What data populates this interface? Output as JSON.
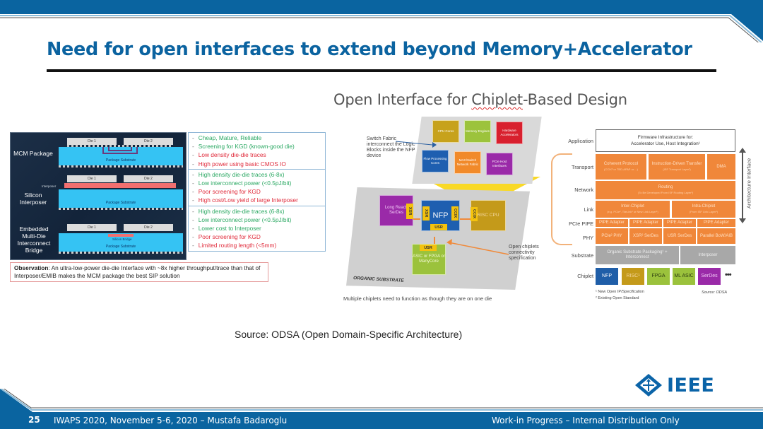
{
  "slide": {
    "title": "Need for open interfaces to extend beyond Memory+Accelerator",
    "source": "Source: ODSA (Open Domain-Specific Architecture)",
    "footer": {
      "page_number": "25",
      "event": "IWAPS 2020, November 5-6, 2020 – Mustafa Badaroglu",
      "notice": "Work-in Progress – Internal Distribution Only"
    },
    "logo": "IEEE",
    "colors": {
      "brand_blue": "#0a64a0",
      "pro_green": "#2aa862",
      "con_red": "#e02a3a",
      "orange": "#f0873a"
    }
  },
  "packaging": {
    "rows": [
      {
        "label": "MCM Package",
        "die1": "Die 1",
        "die2": "Die 2",
        "substrate": "Package Substrate"
      },
      {
        "label": "Silicon Interposer",
        "die1": "Die 1",
        "die2": "Die 2",
        "interposer": "Interposer",
        "substrate": "Package Substrate"
      },
      {
        "label": "Embedded Multi-Die Interconnect Bridge",
        "die1": "Die 1",
        "die2": "Die 2",
        "bridge": "Silicon Bridge",
        "substrate": "Package Substrate"
      }
    ]
  },
  "tradeoffs": [
    {
      "items": [
        {
          "text": "Cheap, Mature, Reliable",
          "type": "pro"
        },
        {
          "text": "Screening for KGD (known-good die)",
          "type": "pro"
        },
        {
          "text": "Low density die-die traces",
          "type": "con"
        },
        {
          "text": "High power using basic CMOS IO",
          "type": "con"
        }
      ]
    },
    {
      "items": [
        {
          "text": "High density die-die traces (6-8x)",
          "type": "pro"
        },
        {
          "text": "Low interconnect power (<0.5pJ/bit)",
          "type": "pro"
        },
        {
          "text": "Poor screening for KGD",
          "type": "con"
        },
        {
          "text": "High cost/Low yield of large Interposer",
          "type": "con"
        }
      ]
    },
    {
      "items": [
        {
          "text": "High density die-die traces (6-8x)",
          "type": "pro"
        },
        {
          "text": "Low interconnect power (<0.5pJ/bit)",
          "type": "pro"
        },
        {
          "text": "Lower cost to Interposer",
          "type": "pro"
        },
        {
          "text": "Poor screening for KGD",
          "type": "con"
        },
        {
          "text": "Limited routing length (<5mm)",
          "type": "con"
        }
      ]
    }
  ],
  "observation": {
    "label": "Observation",
    "text": ": An ultra-low-power die-die Interface with ~8x higher throughput/trace than that of Interposer/EMIB makes the MCM package the best SIP solution"
  },
  "chiplet_diagram": {
    "title_pre": "Open Interface for ",
    "title_ul": "Chiplet",
    "title_post": "-Based Design",
    "nfp_blocks": [
      "CPU Cores",
      "Memory Engines",
      "Hardware Accelerators",
      "Flow Processing Cores",
      "MAC/Switch Network Fabric",
      "PCIe Host Interfaces"
    ],
    "switch_callout": "Switch Fabric interconnect the Logic Blocks inside the NFP device",
    "chips": {
      "lrs": "Long Reach SerDes",
      "nfp": "NFP",
      "risc": "RISC CPU",
      "asic": "ASIC or FPGA or ManyCore",
      "xsr": "XSR",
      "ccix": "CCIX",
      "usr": "USR"
    },
    "open_callout": "Open chiplets connectivity specification",
    "substrate": "ORGANIC SUBSTRATE",
    "caption": "Multiple chiplets need to function as though they are on one die"
  },
  "stack": {
    "layers": [
      "Application",
      "Transport",
      "Network",
      "Link",
      "PCIe PIPE",
      "PHY",
      "Substrate",
      "Chiplet"
    ],
    "application": [
      "Firmware Infrastructure for:",
      "Accelerator Use, Host Integration¹"
    ],
    "transport": [
      {
        "title": "Coherent Protocol",
        "sub": "(CCIX² or TBD-ARM¹ or ...)"
      },
      {
        "title": "Instruction-Driven Transfer",
        "sub": "(ISF Transport Layer¹)"
      },
      {
        "title": "DMA",
        "sub": ""
      }
    ],
    "network": {
      "title": "Routing",
      "sub": "(To Be Developed From ISF Routing Layer¹)"
    },
    "link": [
      {
        "title": "Inter-Chiplet",
        "sub": "(e.g. PCIe², TileLink¹ or New Link Layer¹)"
      },
      {
        "title": "Intra-Chiplet",
        "sub": "(From ISF Link Layer¹)"
      }
    ],
    "pipe": [
      "PIPE Adapter",
      "PIPE Adapter",
      "PIPE Adapter",
      "PIPE Adapter"
    ],
    "phy": [
      "PCIe² PHY",
      "XSR² SerDes",
      "USR SerDes",
      "Parallel BoW/AIB"
    ],
    "substrate": [
      "Organic Substrate Packaging¹ + Interconnect",
      "Interposer"
    ],
    "chiplets": [
      {
        "label": "NFP",
        "color": "#1f5ea8",
        "text": "#ffffff"
      },
      {
        "label": "RISC¹",
        "color": "#c49a1a",
        "text": "#f5d6a0"
      },
      {
        "label": "FPGA",
        "color": "#9bc23c",
        "text": "#2a3a10"
      },
      {
        "label": "ML ASIC",
        "color": "#9bc23c",
        "text": "#2a3a10"
      },
      {
        "label": "SerDes",
        "color": "#9a2aa8",
        "text": "#f0c8f5"
      }
    ],
    "more": "•••",
    "arch_label": "Architecture Interface",
    "footnotes": [
      "¹ New Open IP/Specification",
      "² Existing Open Standard"
    ],
    "source": "Source: ODSA"
  }
}
